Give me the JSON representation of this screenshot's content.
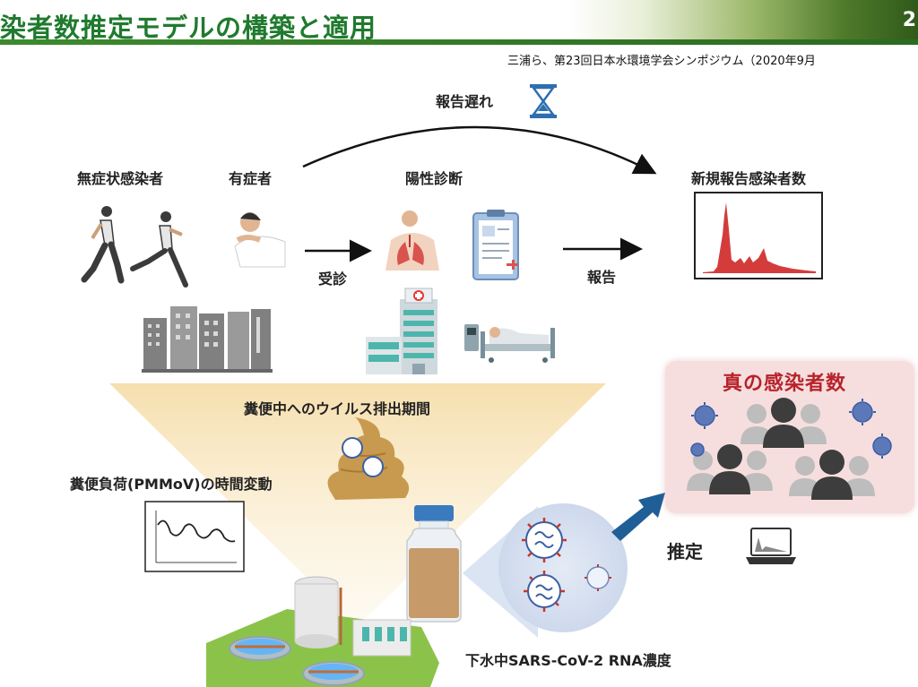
{
  "header": {
    "title": "染者数推定モデルの構築と適用",
    "page_number": "2"
  },
  "citation": "三浦ら、第23回日本水環境学会シンポジウム（2020年9月",
  "diagram": {
    "report_delay": "報告遅れ",
    "asymptomatic": "無症状感染者",
    "symptomatic": "有症者",
    "positive_diagnosis": "陽性診断",
    "new_reported_cases": "新規報告感染者数",
    "consultation": "受診",
    "report": "報告",
    "shedding_period": "糞便中へのウイルス排出期間",
    "fecal_load": "糞便負荷(PMMoV)の時間変動",
    "true_infected": "真の感染者数",
    "estimation": "推定",
    "sewage_rna": "下水中SARS-CoV-2 RNA濃度"
  },
  "colors": {
    "title_green": "#1f7a2e",
    "true_box_bg": "#f7dede",
    "true_title": "#b7232b",
    "arrow_blue": "#1f5e96",
    "report_curve": "#d43c3c"
  }
}
